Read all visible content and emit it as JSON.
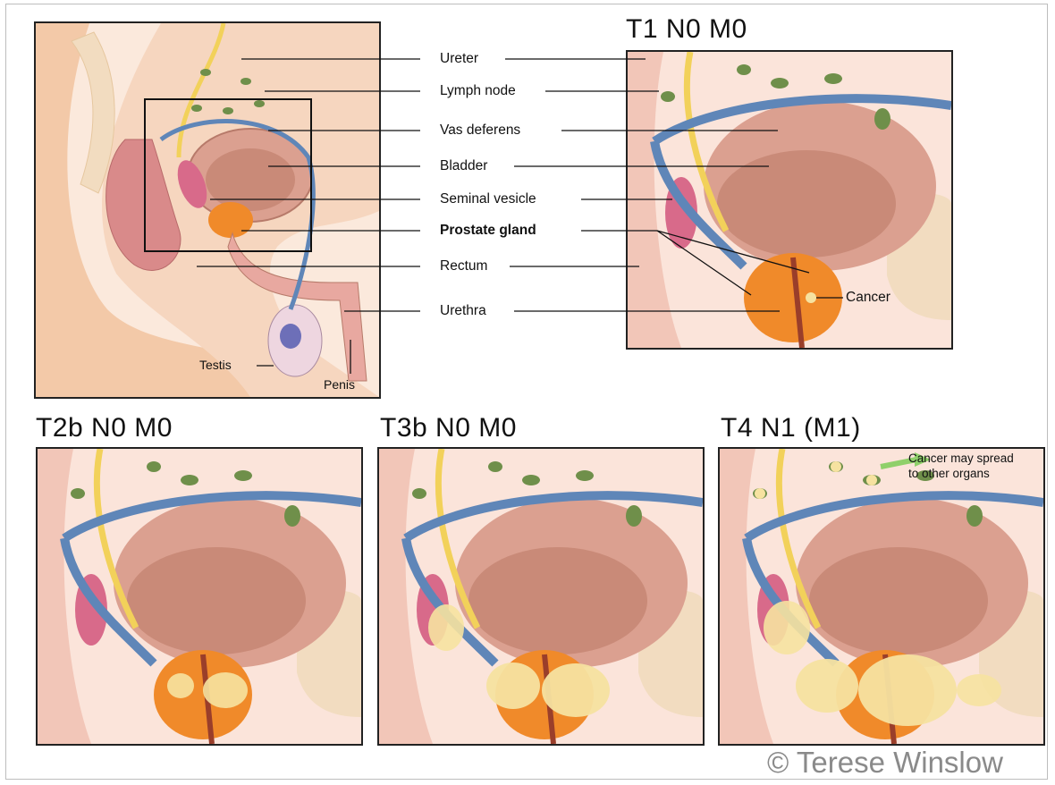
{
  "stages": {
    "t1": "T1 N0 M0",
    "t2b": "T2b N0 M0",
    "t3b": "T3b N0 M0",
    "t4": "T4 N1 (M1)"
  },
  "labels": {
    "ureter": "Ureter",
    "lymph_node": "Lymph node",
    "vas_deferens": "Vas deferens",
    "bladder": "Bladder",
    "seminal_vesicle": "Seminal vesicle",
    "prostate_gland": "Prostate gland",
    "rectum": "Rectum",
    "urethra": "Urethra",
    "testis": "Testis",
    "penis": "Penis",
    "cancer": "Cancer",
    "spread_line1": "Cancer may spread",
    "spread_line2": "to other organs"
  },
  "credit": "© Terese Winslow",
  "colors": {
    "skin": "#f3c9a8",
    "tissue_pink": "#e8a8a0",
    "bladder_wall": "#dba090",
    "bladder_inner": "#c98a78",
    "prostate": "#f08a2a",
    "vessel_blue": "#5f86b8",
    "ureter_yellow": "#f2d15a",
    "lymph_green": "#6f8f4a",
    "seminal": "#d86a8a",
    "bone": "#f2dcc0",
    "cancer": "#f6e2a0",
    "arrow_green": "#8fd06a"
  }
}
